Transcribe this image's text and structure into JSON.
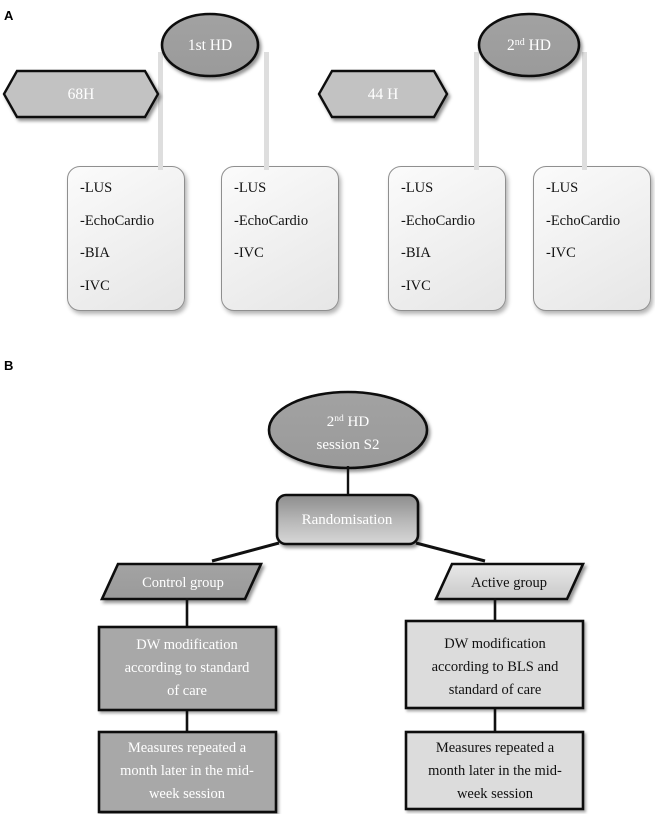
{
  "figure": {
    "panels": [
      {
        "id": "A",
        "letter": "A"
      },
      {
        "id": "B",
        "letter": "B"
      }
    ]
  },
  "colors": {
    "node_dark_gray": "#9a9a9a",
    "node_mid_gray": "#b3b3b3",
    "node_light_gray": "#d4d4d4",
    "box_light": "#eeeeee",
    "outline_black": "#111111",
    "connector_gray": "#d9d9d9",
    "text_white": "#ffffff",
    "text_black": "#111111",
    "background": "#ffffff"
  },
  "panel_a": {
    "letter": "A",
    "sessions": [
      {
        "name": "1st-hd-ellipse",
        "shape": "ellipse",
        "label_prefix": "1",
        "label_superscript": "st",
        "label_suffix": " HD",
        "label_full": "1st HD",
        "fill": "#9a9a9a",
        "text_color": "#ffffff"
      },
      {
        "name": "2nd-hd-ellipse",
        "shape": "ellipse",
        "label_prefix": "2",
        "label_superscript": "nd",
        "label_suffix": " HD",
        "label_full": "2nd HD",
        "fill": "#9a9a9a",
        "text_color": "#ffffff"
      }
    ],
    "intervals": [
      {
        "name": "interval-68h-hexagon",
        "shape": "hexagon",
        "label": "68H",
        "fill": "#c2c2c2",
        "text_color": "#ffffff"
      },
      {
        "name": "interval-44h-hexagon",
        "shape": "hexagon",
        "label": "44 H",
        "fill": "#c2c2c2",
        "text_color": "#ffffff"
      }
    ],
    "assessment_boxes": [
      {
        "name": "assessment-box-1",
        "items": [
          "-LUS",
          "-EchoCardio",
          "-BIA",
          "-IVC"
        ]
      },
      {
        "name": "assessment-box-2",
        "items": [
          "-LUS",
          "-EchoCardio",
          "-IVC"
        ]
      },
      {
        "name": "assessment-box-3",
        "items": [
          "-LUS",
          "-EchoCardio",
          "-BIA",
          "-IVC"
        ]
      },
      {
        "name": "assessment-box-4",
        "items": [
          "-LUS",
          "-EchoCardio",
          "-IVC"
        ]
      }
    ]
  },
  "panel_b": {
    "letter": "B",
    "root": {
      "name": "2nd-hd-session-s2-ellipse",
      "shape": "ellipse",
      "line1_prefix": "2",
      "line1_superscript": "nd",
      "line1_suffix": " HD",
      "line2": "session S2",
      "label_full": "2nd HD session S2",
      "fill": "#9a9a9a",
      "text_color": "#ffffff"
    },
    "randomisation": {
      "name": "randomisation-box",
      "shape": "rounded-rect",
      "label": "Randomisation",
      "text_color": "#ffffff"
    },
    "branches": [
      {
        "name": "control-branch",
        "group": {
          "name": "control-group-parallelogram",
          "shape": "parallelogram",
          "label": "Control group",
          "text_color": "#ffffff"
        },
        "steps": [
          {
            "name": "control-dw-modification-box",
            "shape": "rect",
            "lines": [
              "DW modification",
              "according to standard",
              "of care"
            ],
            "text_color": "#ffffff",
            "fill": "#a8a8a8"
          },
          {
            "name": "control-measures-repeated-box",
            "shape": "rect",
            "lines": [
              "Measures repeated a",
              "month later in the mid-",
              "week session"
            ],
            "text_color": "#ffffff",
            "fill": "#a8a8a8"
          }
        ]
      },
      {
        "name": "active-branch",
        "group": {
          "name": "active-group-parallelogram",
          "shape": "parallelogram",
          "label": "Active group",
          "text_color": "#111111"
        },
        "steps": [
          {
            "name": "active-dw-modification-box",
            "shape": "rect",
            "lines": [
              "DW modification",
              "according to BLS and",
              "standard of care"
            ],
            "text_color": "#111111",
            "fill": "#dcdcdc"
          },
          {
            "name": "active-measures-repeated-box",
            "shape": "rect",
            "lines": [
              "Measures repeated a",
              "month later in the mid-",
              "week session"
            ],
            "text_color": "#111111",
            "fill": "#dcdcdc"
          }
        ]
      }
    ]
  }
}
